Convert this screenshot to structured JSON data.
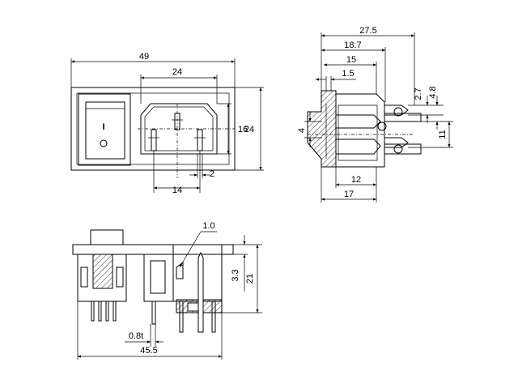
{
  "drawing": {
    "front_view": {
      "width_overall": "49",
      "width_inlet": "24",
      "height_inlet": "16",
      "height_overall": "24",
      "pin_spacing": "14",
      "pin_width": "2",
      "switch_on_symbol": "I",
      "switch_off_symbol": "O"
    },
    "side_view": {
      "depth_total": "27.5",
      "depth_a": "18.7",
      "depth_b": "15",
      "depth_c": "1.5",
      "tab_2_7": "2.7",
      "tab_4_8": "4.8",
      "offset_4": "4",
      "pitch_11": "11",
      "depth_12": "12",
      "depth_17": "17"
    },
    "bottom_view": {
      "flange_1_0": "1.0",
      "height_3_3": "3.3",
      "height_21": "21",
      "thickness_0_8t": "0.8t",
      "width_45_5": "45.5"
    },
    "colors": {
      "line": "#000000",
      "background": "#ffffff"
    }
  }
}
